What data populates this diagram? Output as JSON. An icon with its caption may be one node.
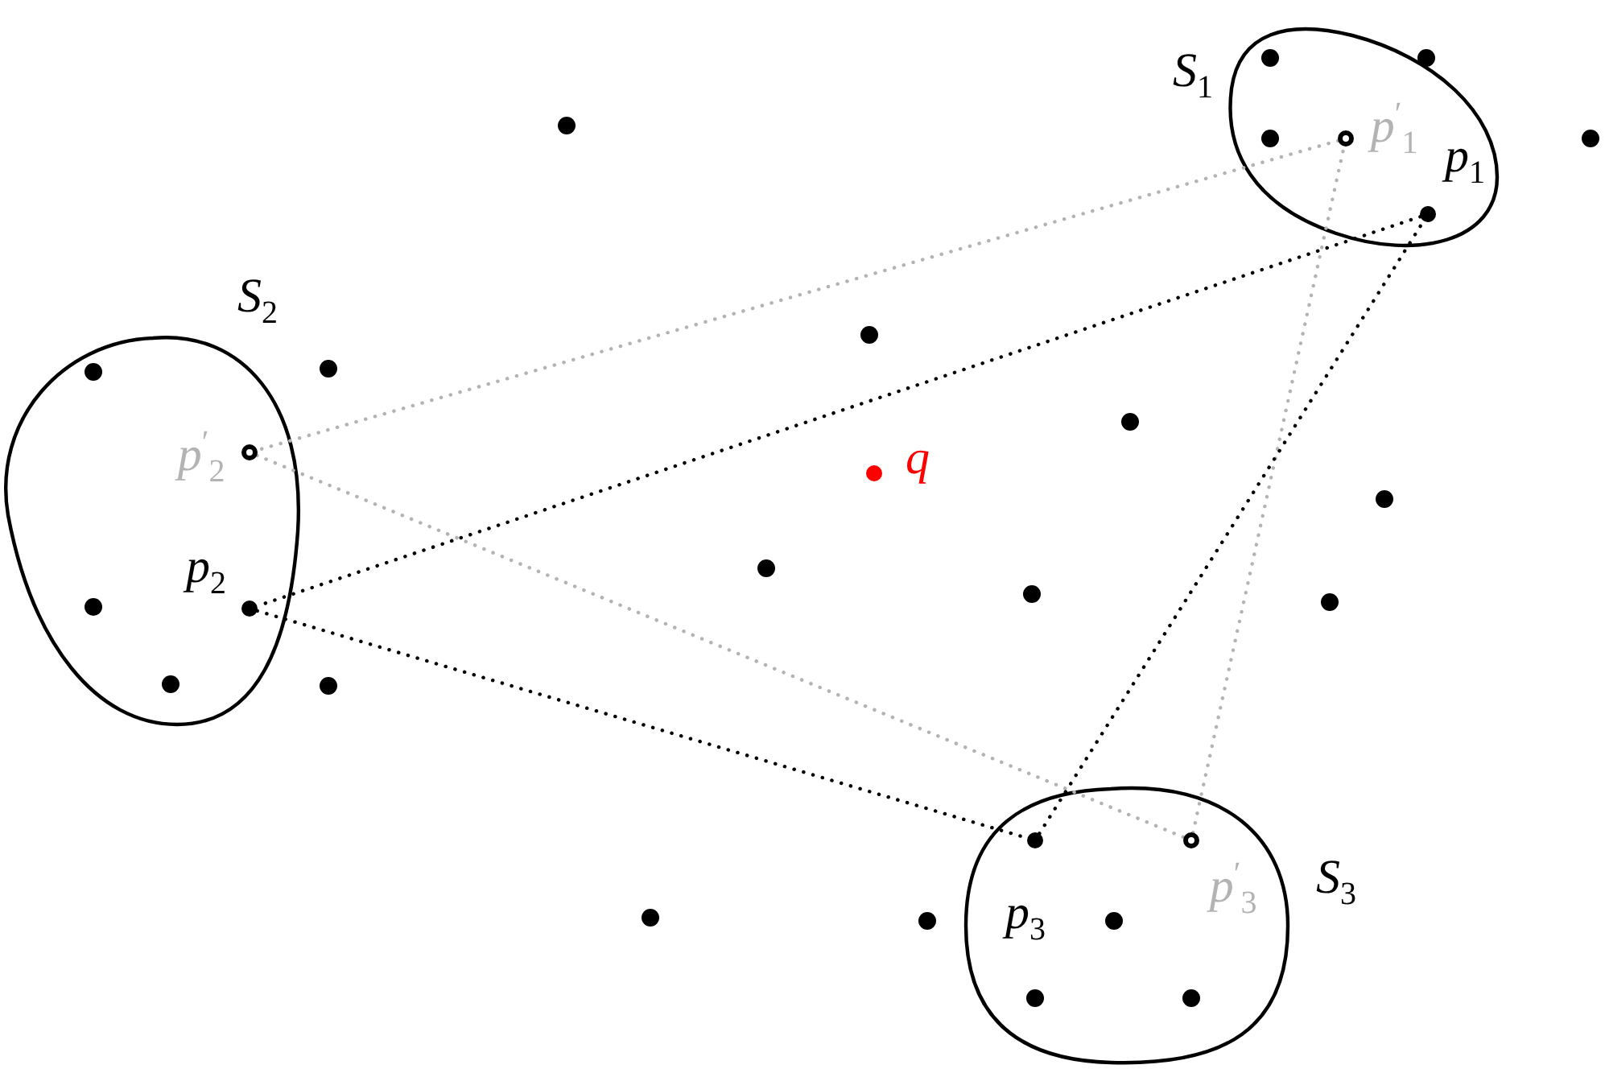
{
  "diagram": {
    "nodes": [
      {
        "text": [
          "*S*$_{1}$"
        ]
      },
      {
        "text": [
          "*p*$_{1}$"
        ],
        "in": 0
      },
      {
        "text": [
          "*p*$^{′}$$_{1}$"
        ],
        "in": 0
      },
      {
        "text": [
          "*S*$_{2}$"
        ]
      },
      {
        "text": [
          "*p*$^{′}$$_{2}$"
        ],
        "in": 3
      },
      {
        "text": [
          "*p*$_{2}$"
        ],
        "in": 3
      },
      {
        "text": [
          "*S*$_{3}$"
        ]
      },
      {
        "text": [
          "*p*$_{3}$"
        ],
        "in": 6
      },
      {
        "text": [
          "*p*$^{′}$$_{3}$"
        ],
        "in": 6
      },
      {
        "text": [
          "*q*"
        ]
      }
    ],
    "edges": [
      {
        "from": 2,
        "to": 4,
        "arrow": "none",
        "style": "dashed",
        "color": "#b3b3b3"
      },
      {
        "from": 4,
        "to": 8,
        "arrow": "none",
        "style": "dashed",
        "color": "#b3b3b3"
      },
      {
        "from": 8,
        "to": 2,
        "arrow": "none",
        "style": "dashed",
        "color": "#b3b3b3"
      },
      {
        "from": 1,
        "to": 5,
        "arrow": "none",
        "style": "dashed",
        "color": "#000000"
      },
      {
        "from": 5,
        "to": 7,
        "arrow": "none",
        "style": "dashed",
        "color": "#000000"
      },
      {
        "from": 7,
        "to": 1,
        "arrow": "none",
        "style": "dashed",
        "color": "#000000"
      }
    ]
  }
}
